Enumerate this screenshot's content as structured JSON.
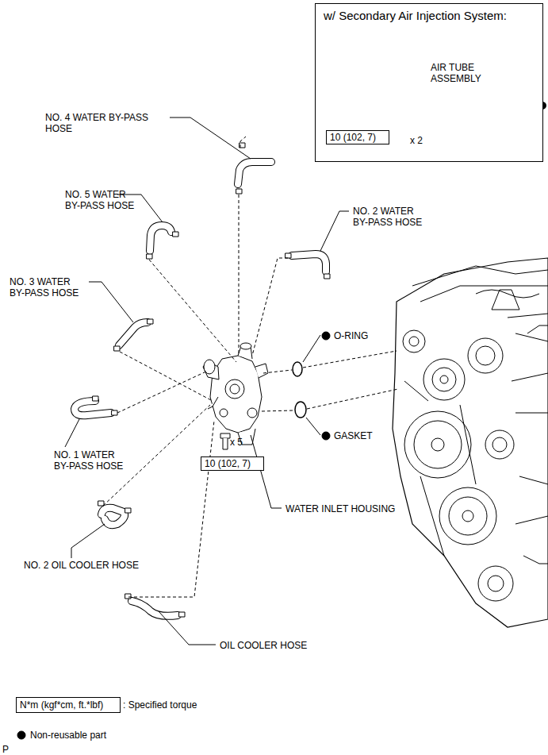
{
  "diagram": {
    "nodes": [
      {
        "text": [
          "w/ Secondary Air Injection System:"
        ]
      },
      {
        "text": [
          "10 (102, 7)"
        ],
        "in": 0
      },
      {
        "text": [
          "10 (102, 7)"
        ]
      },
      {
        "text": [
          "N*m (kgf*cm, ft.*lbf)"
        ]
      }
    ],
    "labels": [
      "AIR TUBE ASSEMBLY",
      "x 2",
      "NO. 4 WATER BY-PASS HOSE",
      "NO. 5 WATER BY-PASS HOSE",
      "NO. 2 WATER BY-PASS HOSE",
      "NO. 3 WATER BY-PASS HOSE",
      "O-RING",
      "NO. 1 WATER BY-PASS HOSE",
      "GASKET",
      "x 5",
      "WATER INLET HOUSING",
      "NO. 2 OIL COOLER HOSE",
      "OIL COOLER HOSE",
      "P"
    ],
    "legend": [
      {
        "text": ": Specified torque"
      },
      {
        "text": "Non-reusable part"
      }
    ]
  }
}
